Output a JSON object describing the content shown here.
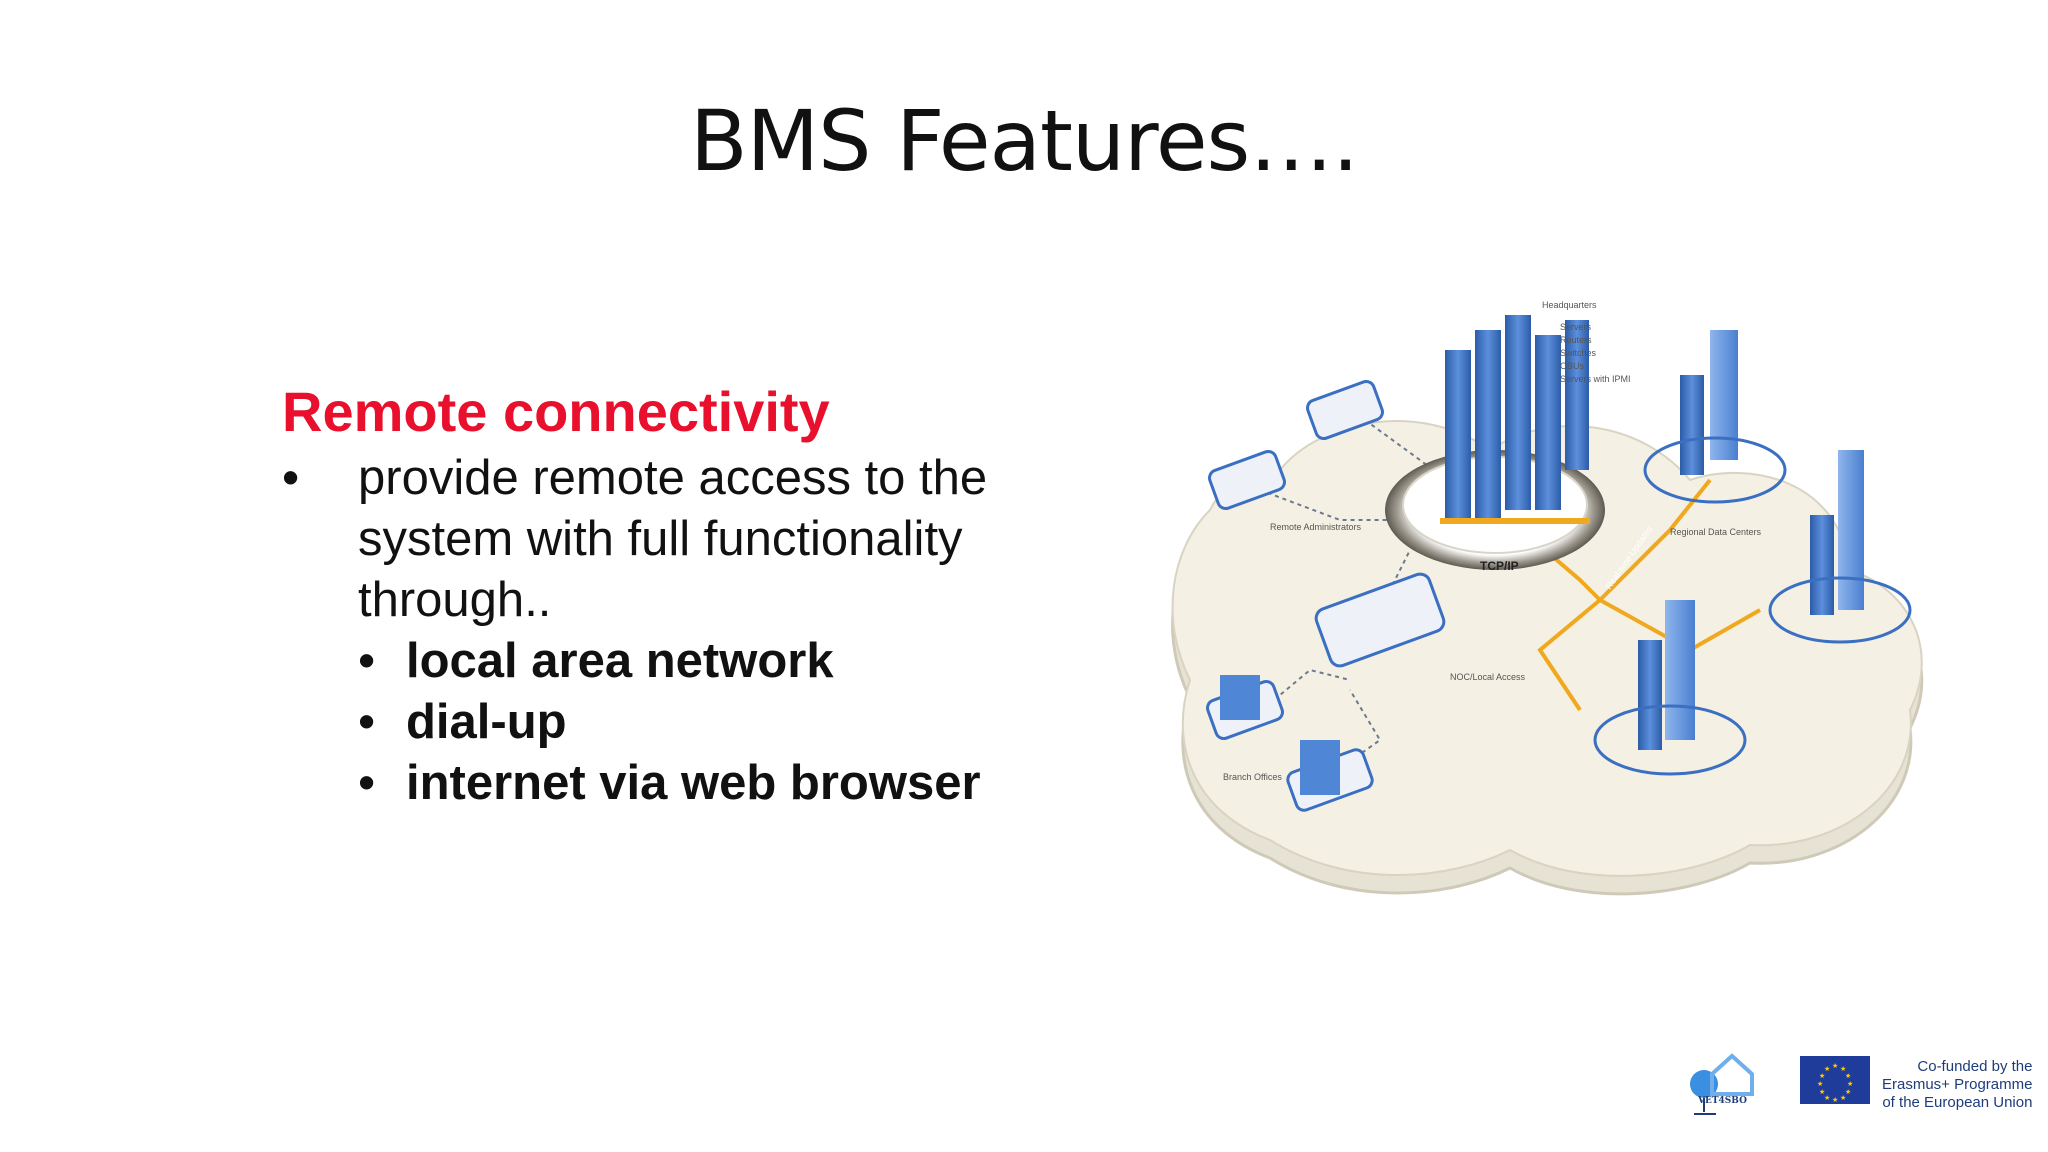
{
  "slide": {
    "title": "BMS Features….",
    "section_heading": "Remote connectivity",
    "bullet": "provide remote access to the system with full functionality through..",
    "sub_bullets": [
      "local area network",
      "dial-up",
      "internet via web browser"
    ]
  },
  "diagram": {
    "hq_label": "Headquarters",
    "hq_items": [
      "Servers",
      "Routers",
      "Switches",
      "OBUs",
      "Servers with IPMI"
    ],
    "remote_admins": "Remote Administrators",
    "regional_dc": "Regional Data Centers",
    "tcpip": "TCP/IP",
    "realtime": "Real-time Updates",
    "noc": "NOC/Local Access",
    "branch": "Branch Offices"
  },
  "footer": {
    "project_logo_text": "VET4SBO",
    "cofunded_lines": [
      "Co-funded by the",
      "Erasmus+ Programme",
      "of the European Union"
    ]
  },
  "colors": {
    "heading_red": "#e8102c",
    "network_orange": "#f0a81e",
    "building_blue": "#3a6fc2"
  }
}
